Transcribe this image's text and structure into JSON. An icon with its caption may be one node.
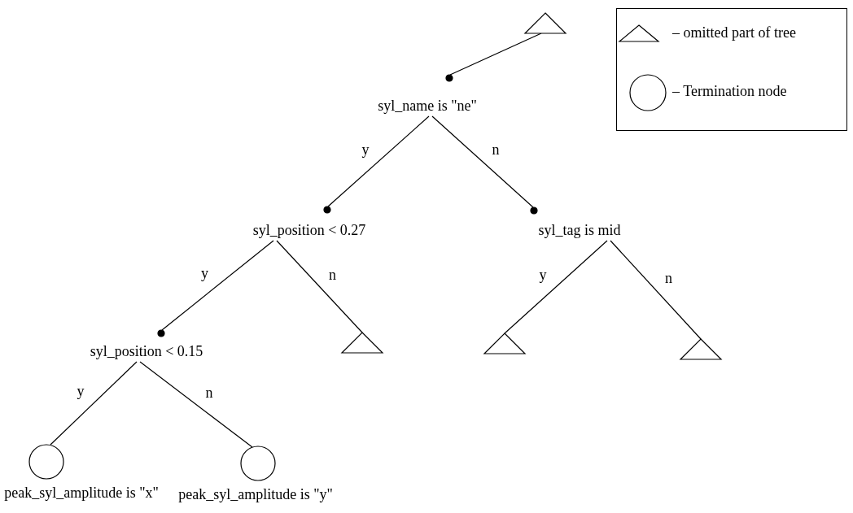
{
  "diagram": {
    "nodes": [
      {
        "text": [],
        "shape": "triangle"
      },
      {
        "text": [
          "syl_name is \"ne\""
        ]
      },
      {
        "text": [
          "syl_position < 0.27"
        ]
      },
      {
        "text": [
          "syl_tag is mid"
        ]
      },
      {
        "text": [
          "syl_position < 0.15"
        ]
      },
      {
        "text": [],
        "shape": "triangle"
      },
      {
        "text": [],
        "shape": "triangle"
      },
      {
        "text": [],
        "shape": "triangle"
      },
      {
        "text": [
          "peak_syl_amplitude is \"x\""
        ]
      },
      {
        "text": [
          "peak_syl_amplitude is \"y\""
        ]
      }
    ],
    "edges": [
      {
        "from": 0,
        "to": 1,
        "arrow": "none"
      },
      {
        "from": 1,
        "to": 2,
        "arrow": "none",
        "label": "y"
      },
      {
        "from": 1,
        "to": 3,
        "arrow": "none",
        "label": "n"
      },
      {
        "from": 2,
        "to": 4,
        "arrow": "none",
        "label": "y"
      },
      {
        "from": 2,
        "to": 5,
        "arrow": "none",
        "label": "n"
      },
      {
        "from": 3,
        "to": 6,
        "arrow": "none",
        "label": "y"
      },
      {
        "from": 3,
        "to": 7,
        "arrow": "none",
        "label": "n"
      },
      {
        "from": 4,
        "to": 8,
        "arrow": "none",
        "label": "y"
      },
      {
        "from": 4,
        "to": 9,
        "arrow": "none",
        "label": "n"
      }
    ],
    "legend": [
      {
        "text": "– omitted part of tree"
      },
      {
        "text": "– Termination node"
      }
    ]
  }
}
